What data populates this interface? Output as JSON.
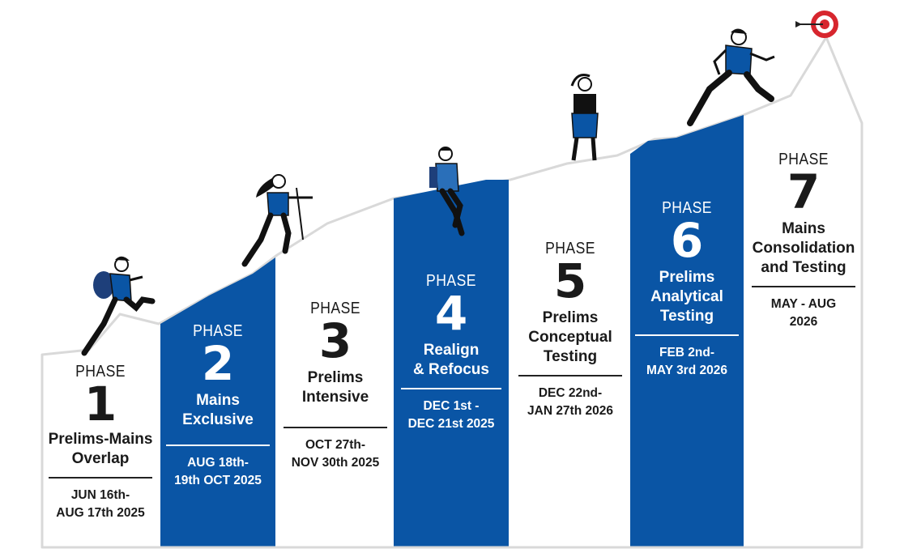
{
  "colors": {
    "accent": "#0a55a5",
    "outline": "#d9d9d9",
    "ink": "#1a1a1a",
    "target_red": "#d7262e"
  },
  "icons": [
    "hiker-figure",
    "hiker-woman-figure",
    "sitting-figure",
    "stretching-figure",
    "running-figure",
    "dart-target-icon"
  ],
  "phases": [
    {
      "word": "PHASE",
      "number": "1",
      "title": "Prelims-Mains\nOverlap",
      "dates": "JUN 16th-\nAUG 17th 2025",
      "style": "white"
    },
    {
      "word": "PHASE",
      "number": "2",
      "title": "Mains\nExclusive",
      "dates": "AUG 18th-\n19th OCT 2025",
      "style": "blue"
    },
    {
      "word": "PHASE",
      "number": "3",
      "title": "Prelims\nIntensive",
      "dates": "OCT 27th-\nNOV 30th 2025",
      "style": "white"
    },
    {
      "word": "PHASE",
      "number": "4",
      "title": "Realign\n& Refocus",
      "dates": "DEC 1st -\nDEC 21st 2025",
      "style": "blue"
    },
    {
      "word": "PHASE",
      "number": "5",
      "title": "Prelims\nConceptual\nTesting",
      "dates": "DEC 22nd-\nJAN 27th 2026",
      "style": "white"
    },
    {
      "word": "PHASE",
      "number": "6",
      "title": "Prelims\nAnalytical\nTesting",
      "dates": "FEB 2nd-\nMAY 3rd 2026",
      "style": "blue"
    },
    {
      "word": "PHASE",
      "number": "7",
      "title": "Mains\nConsolidation\nand Testing",
      "dates": "MAY - AUG\n2026",
      "style": "white"
    }
  ]
}
